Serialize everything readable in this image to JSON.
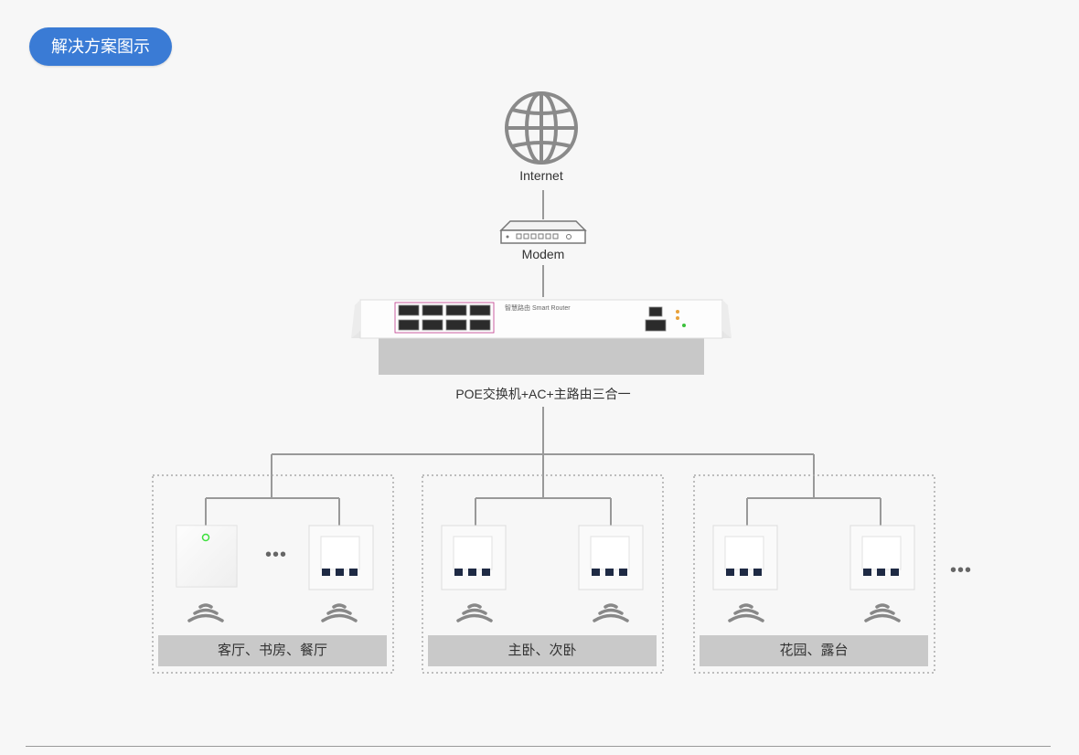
{
  "header": {
    "title": "解决方案图示"
  },
  "nodes": {
    "internet_label": "Internet",
    "modem_label": "Modem",
    "router_label": "POE交换机+AC+主路由三合一",
    "router_faceplate_text": "智慧路由 Smart Router"
  },
  "zones": [
    {
      "label": "客厅、书房、餐厅"
    },
    {
      "label": "主卧、次卧"
    },
    {
      "label": "花园、露台"
    }
  ],
  "ellipsis": "•••",
  "colors": {
    "accent": "#3a7bd5",
    "line": "#999999",
    "zone_label_bg": "#c9c9c9",
    "indicator": "#3ce03c"
  }
}
